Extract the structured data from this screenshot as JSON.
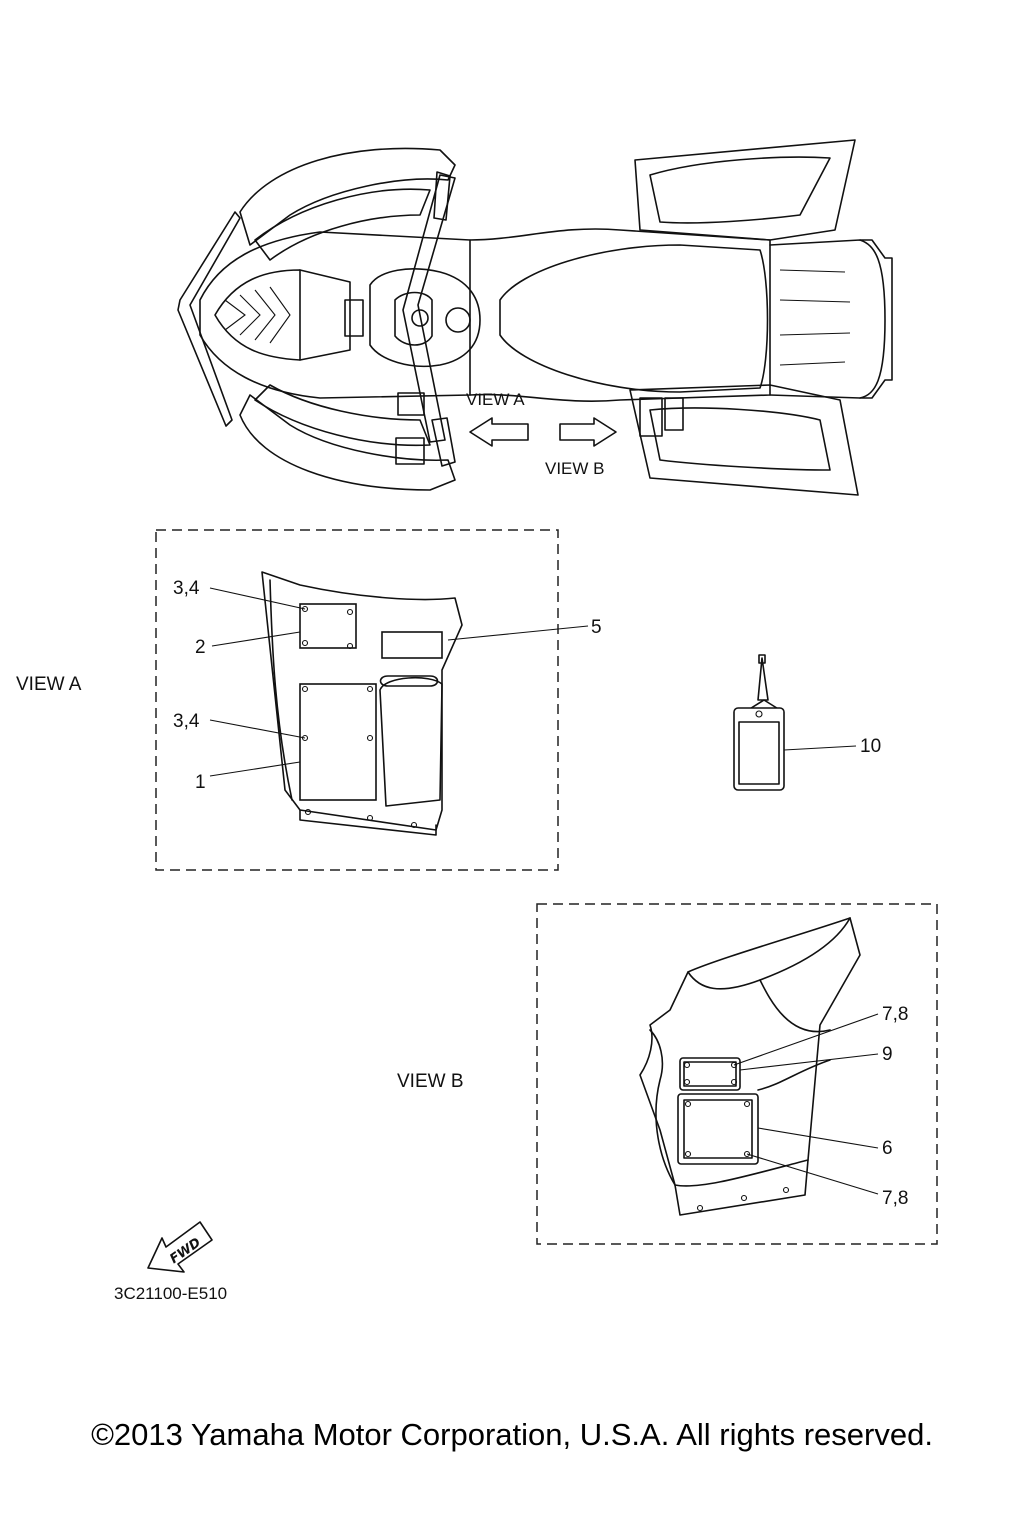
{
  "figure": {
    "part_code": "3C21100-E510",
    "fwd_label": "FWD"
  },
  "top_view": {
    "view_a_label": "VIEW A",
    "view_b_label": "VIEW B"
  },
  "view_a": {
    "title": "VIEW A",
    "callouts": [
      "3,4",
      "2",
      "5",
      "3,4",
      "1"
    ]
  },
  "tag": {
    "callout": "10"
  },
  "view_b": {
    "title": "VIEW B",
    "callouts": [
      "7,8",
      "9",
      "6",
      "7,8"
    ]
  },
  "footer": {
    "copyright": "©2013 Yamaha Motor Corporation, U.S.A. All rights reserved."
  }
}
